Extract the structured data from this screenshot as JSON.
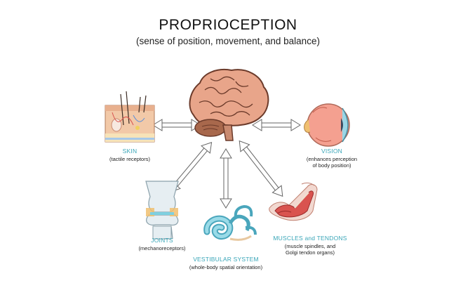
{
  "title": "PROPRIOCEPTION",
  "subtitle": "(sense of position, movement, and balance)",
  "nodes": {
    "skin": {
      "label": "SKIN",
      "detail": "(tactile receptors)"
    },
    "vision": {
      "label": "VISION",
      "detail_line1": "(enhances perception",
      "detail_line2": "of body position)"
    },
    "joints": {
      "label": "JOINTS",
      "detail": "(mechanoreceptors)"
    },
    "vestibular": {
      "label": "VESTIBULAR SYSTEM",
      "detail": "(whole-body spatial orientation)"
    },
    "muscles": {
      "label": "MUSCLES and TENDONS",
      "detail_line1": "(muscle spindles, and",
      "detail_line2": "Golgi tendon organs)"
    }
  },
  "colors": {
    "label_accent": "#3aa6b8",
    "brain_pink": "#e8a58a",
    "brain_outline": "#6b3a2a",
    "cerebellum": "#a8684c",
    "skin_tone": "#f2c9a8",
    "eye_pink": "#f4a090",
    "cochlea_blue": "#7fd0e0",
    "muscle_red": "#d9534f",
    "bone": "#e6eef2"
  }
}
